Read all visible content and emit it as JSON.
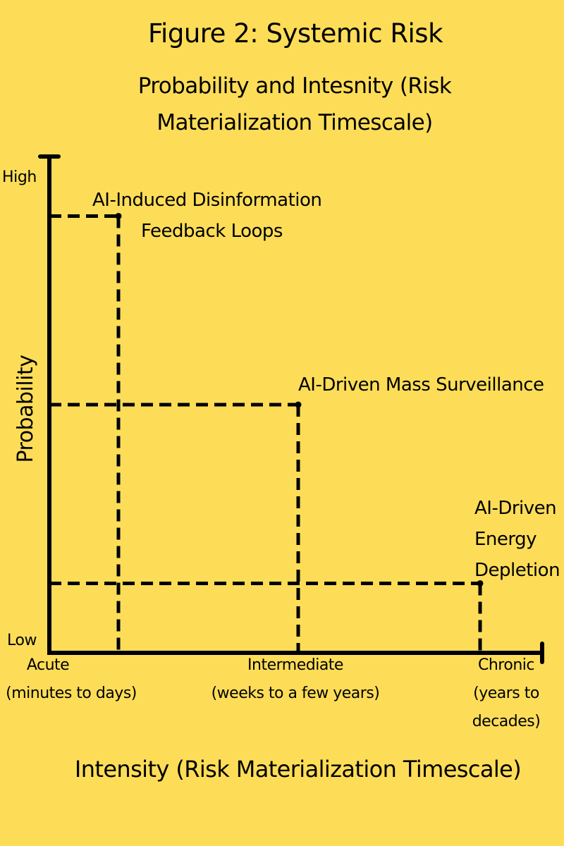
{
  "chart_data": {
    "type": "scatter",
    "title": "Figure 2: Systemic Risk",
    "subtitle": "Probability and Intesnity (Risk Materialization Timescale)",
    "xlabel": "Intensity (Risk Materialization Timescale)",
    "ylabel": "Probability",
    "y_levels": {
      "high": "High",
      "low": "Low"
    },
    "x_ticks": [
      {
        "label": "Acute",
        "sublabel": "(minutes to days)"
      },
      {
        "label": "Intermediate",
        "sublabel": "(weeks to a few years)"
      },
      {
        "label": "Chronic",
        "sublabel": "(years to decades)"
      }
    ],
    "points": [
      {
        "lines": [
          "AI-Induced Disinformation",
          "Feedback Loops"
        ],
        "intensity": "Acute",
        "probability": 0.88
      },
      {
        "lines": [
          "AI-Driven Mass Surveillance"
        ],
        "intensity": "Intermediate",
        "probability": 0.5
      },
      {
        "lines": [
          "AI-Driven",
          "Energy",
          "Depletion"
        ],
        "intensity": "Chronic",
        "probability": 0.14
      }
    ],
    "line_style": "dashed drop lines to both axes",
    "grid": false,
    "legend": "none",
    "colors": {
      "background": "#FDDD58",
      "ink": "#000000"
    }
  }
}
